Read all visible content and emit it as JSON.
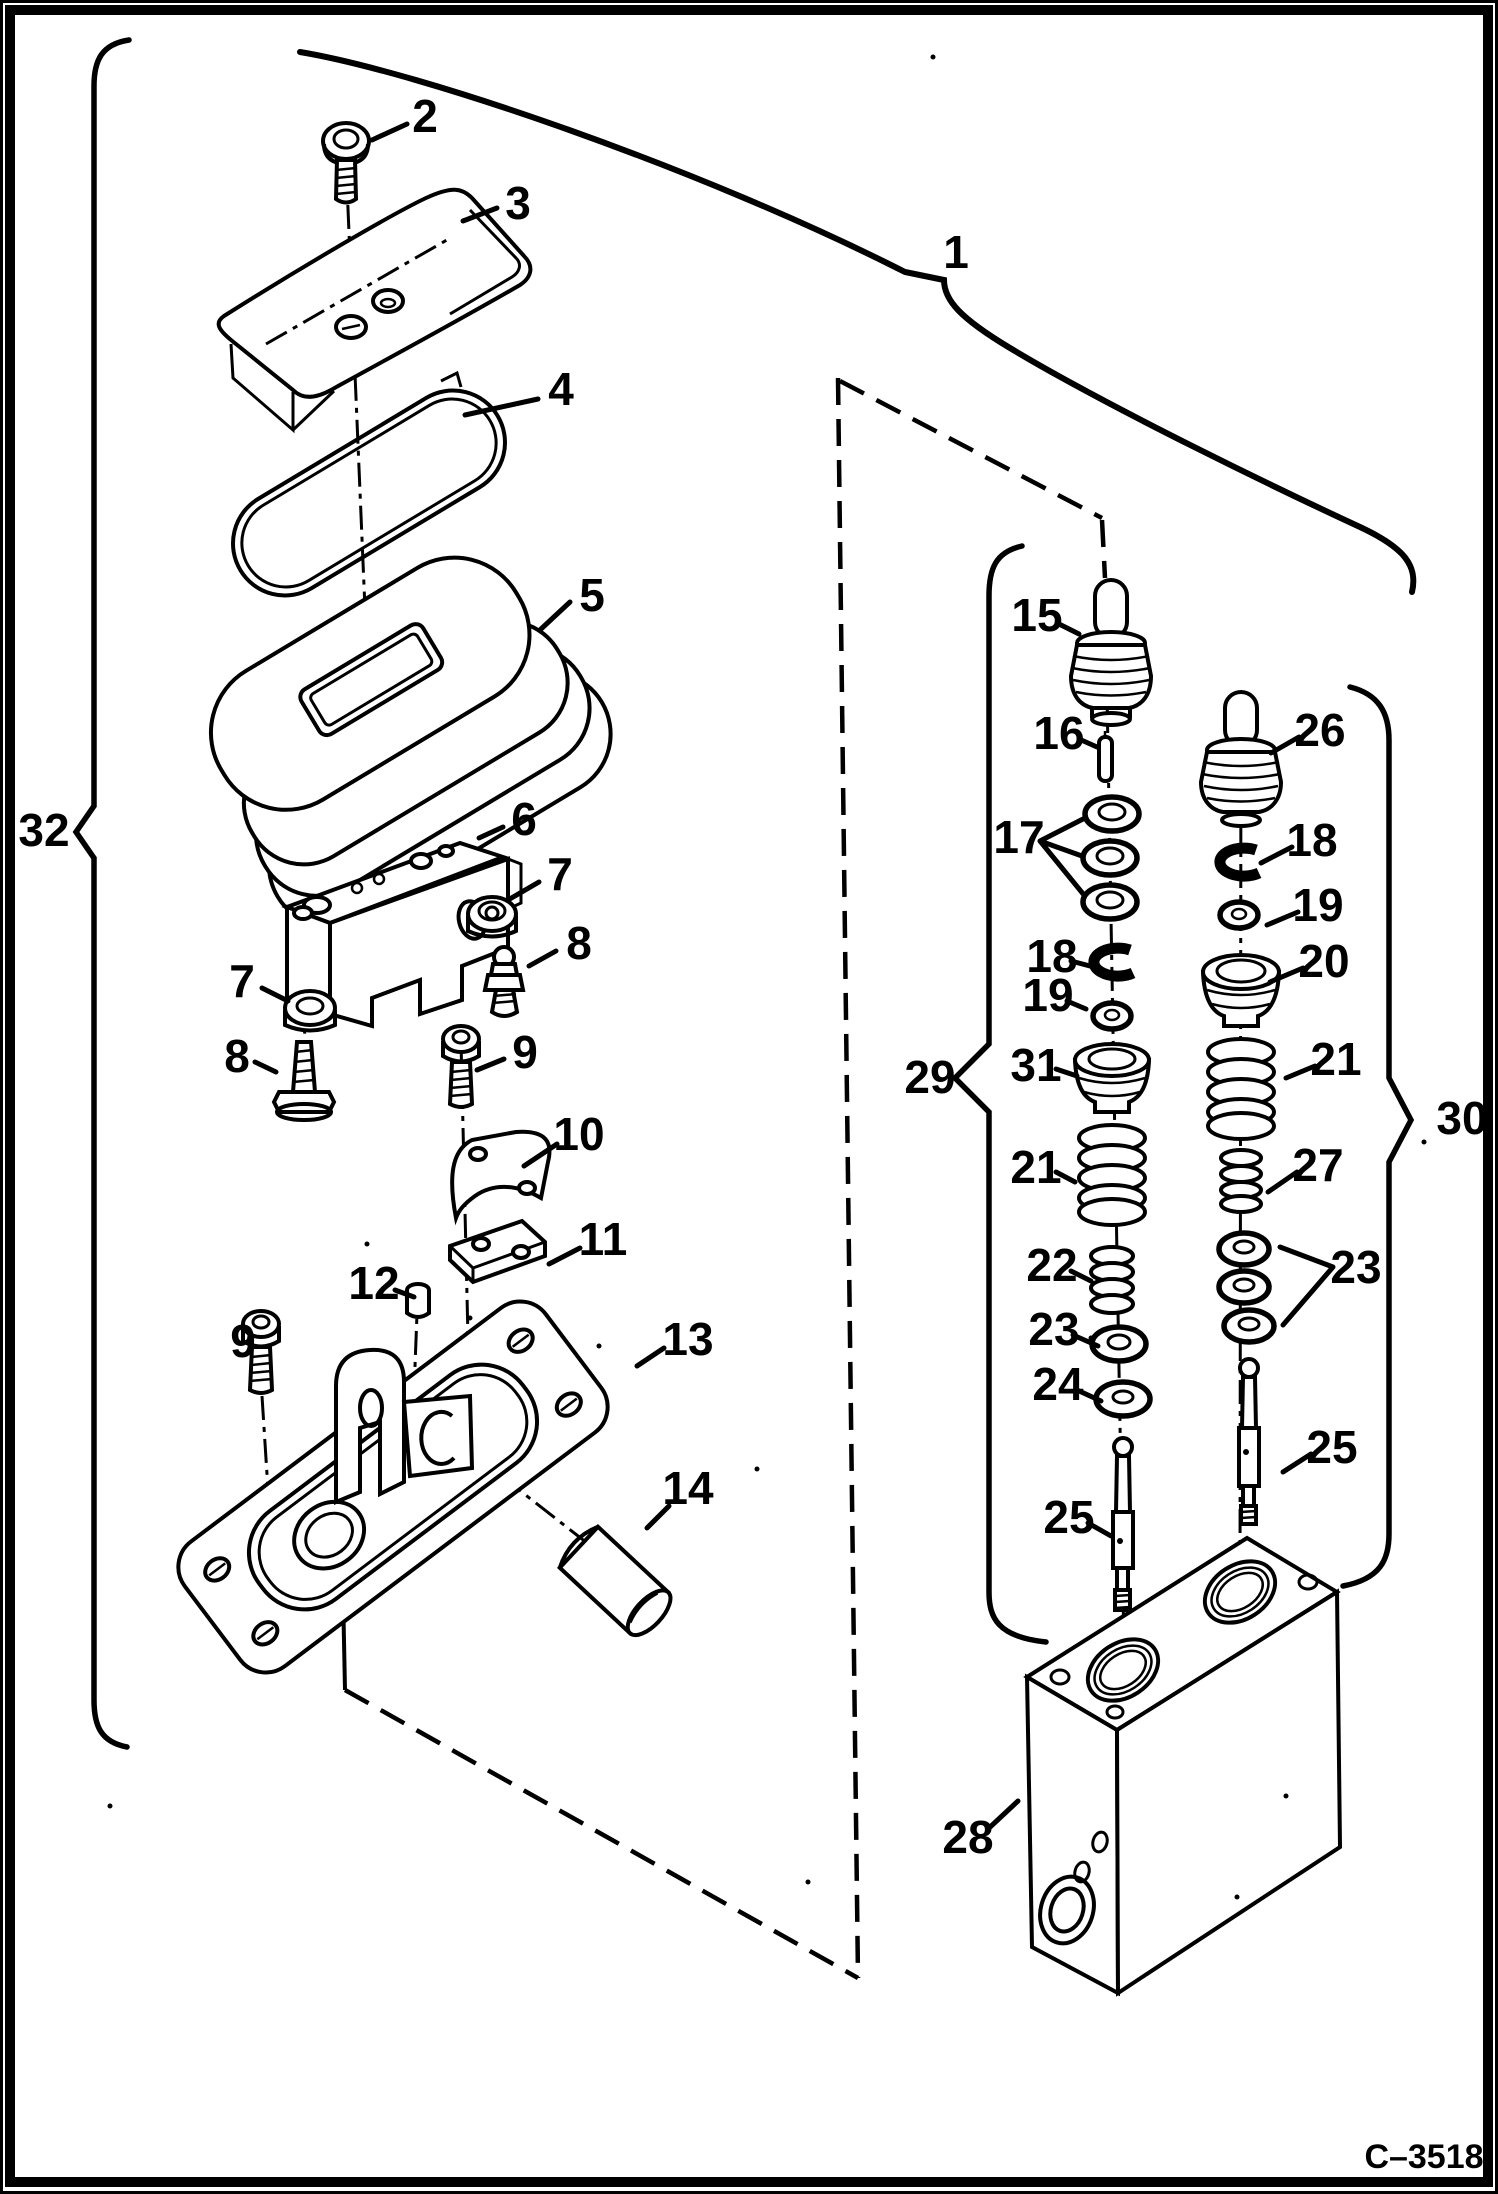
{
  "diagram": {
    "type": "exploded-parts-diagram",
    "drawing_number": "C–3518",
    "callouts": {
      "c1": "1",
      "c2": "2",
      "c3": "3",
      "c4": "4",
      "c5": "5",
      "c6": "6",
      "c7_left": "7",
      "c7_right": "7",
      "c8_left": "8",
      "c8_right": "8",
      "c9_left": "9",
      "c9_right": "9",
      "c10": "10",
      "c11": "11",
      "c12": "12",
      "c13": "13",
      "c14": "14",
      "c15": "15",
      "c16": "16",
      "c17": "17",
      "c18_left": "18",
      "c18_right": "18",
      "c19_left": "19",
      "c19_right": "19",
      "c20": "20",
      "c21_left": "21",
      "c21_right": "21",
      "c22": "22",
      "c23_left": "23",
      "c23_right": "23",
      "c24": "24",
      "c25_left": "25",
      "c25_right": "25",
      "c26": "26",
      "c27": "27",
      "c28": "28",
      "c29": "29",
      "c30": "30",
      "c31": "31",
      "c32": "32"
    }
  }
}
